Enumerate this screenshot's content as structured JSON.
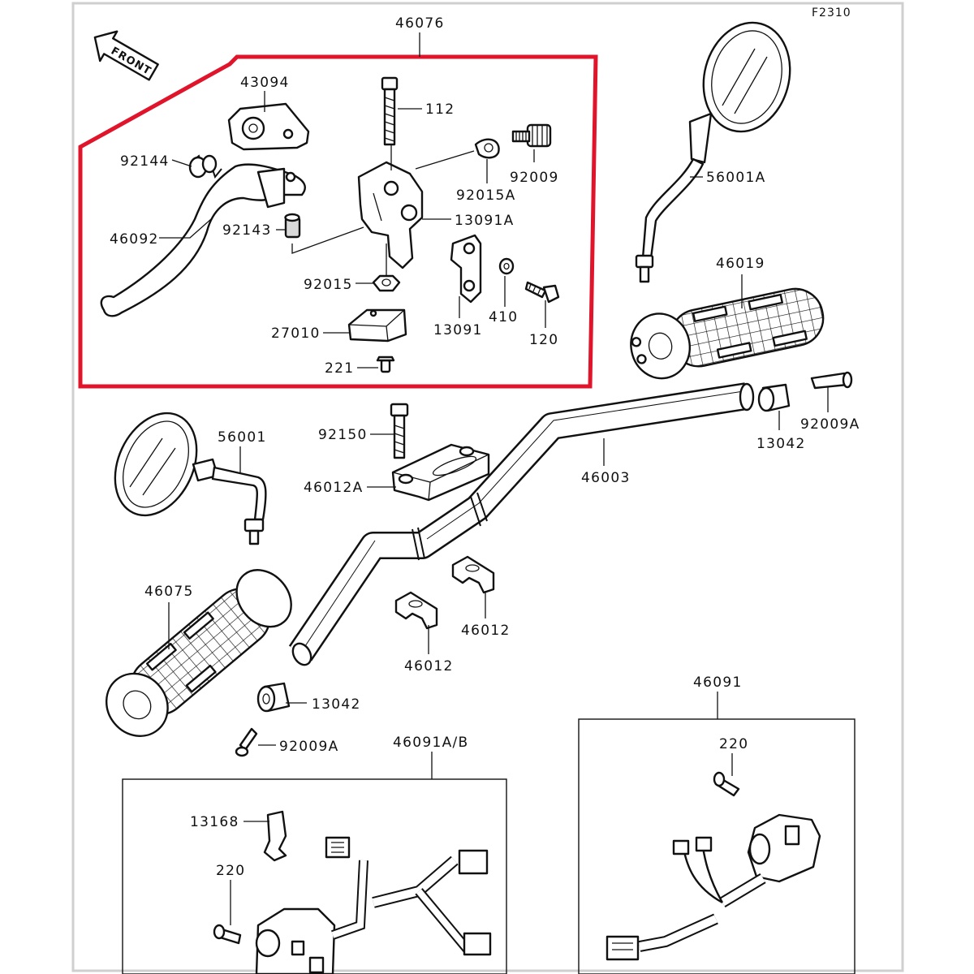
{
  "figure_code": "F2310",
  "front_label": "FRONT",
  "colors": {
    "highlight": "#e0142a",
    "line": "#111111"
  },
  "callouts": {
    "c46076": "46076",
    "c43094": "43094",
    "c112": "112",
    "c92144": "92144",
    "c92009": "92009",
    "c92015A": "92015A",
    "c13091A": "13091A",
    "c46092": "46092",
    "c92143": "92143",
    "c92015": "92015",
    "c13091": "13091",
    "c410": "410",
    "c120": "120",
    "c27010": "27010",
    "c221": "221",
    "c56001A": "56001A",
    "c46019": "46019",
    "c13042_r": "13042",
    "c92009A_r": "92009A",
    "c56001": "56001",
    "c92150": "92150",
    "c46012A": "46012A",
    "c46003": "46003",
    "c46075": "46075",
    "c46012_a": "46012",
    "c46012_b": "46012",
    "c13042_l": "13042",
    "c92009A_l": "92009A",
    "c46091": "46091",
    "c46091AB": "46091A/B",
    "c220_r": "220",
    "c13168": "13168",
    "c220_l": "220"
  }
}
